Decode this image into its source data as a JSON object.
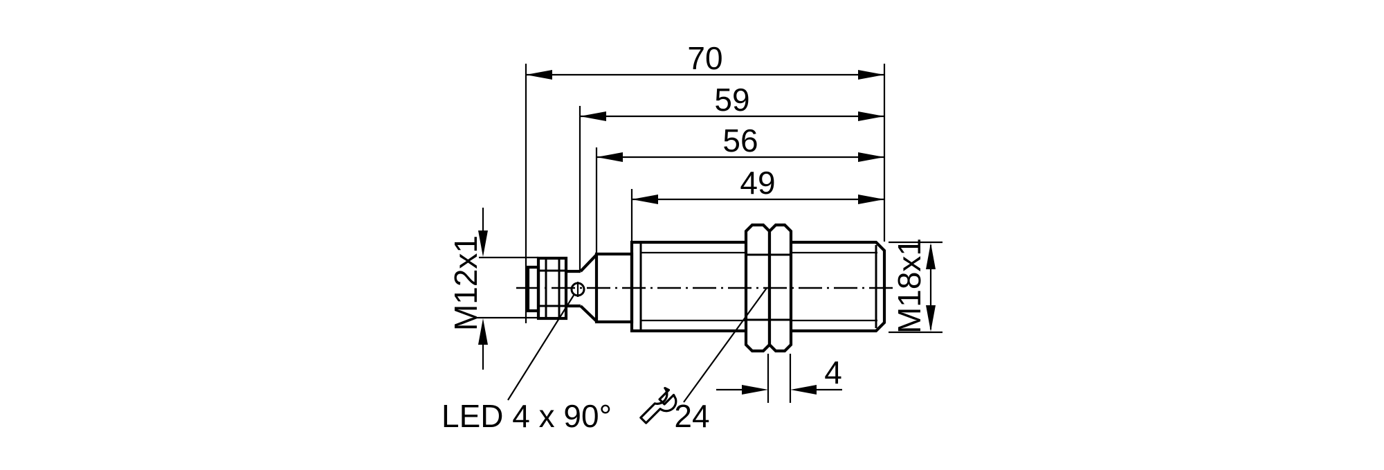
{
  "diagram": {
    "background_color": "#ffffff",
    "line_color": "#000000",
    "length_dimensions": [
      {
        "label": "70"
      },
      {
        "label": "59"
      },
      {
        "label": "56"
      },
      {
        "label": "49"
      }
    ],
    "diameter_dimensions": {
      "connector_thread": "M12x1",
      "sensing_face_thread": "M18x1"
    },
    "nut": {
      "wrench_size": "24",
      "thickness": "4"
    },
    "led_note": "LED 4 x 90°",
    "icons": [
      {
        "name": "wrench-icon"
      }
    ]
  }
}
